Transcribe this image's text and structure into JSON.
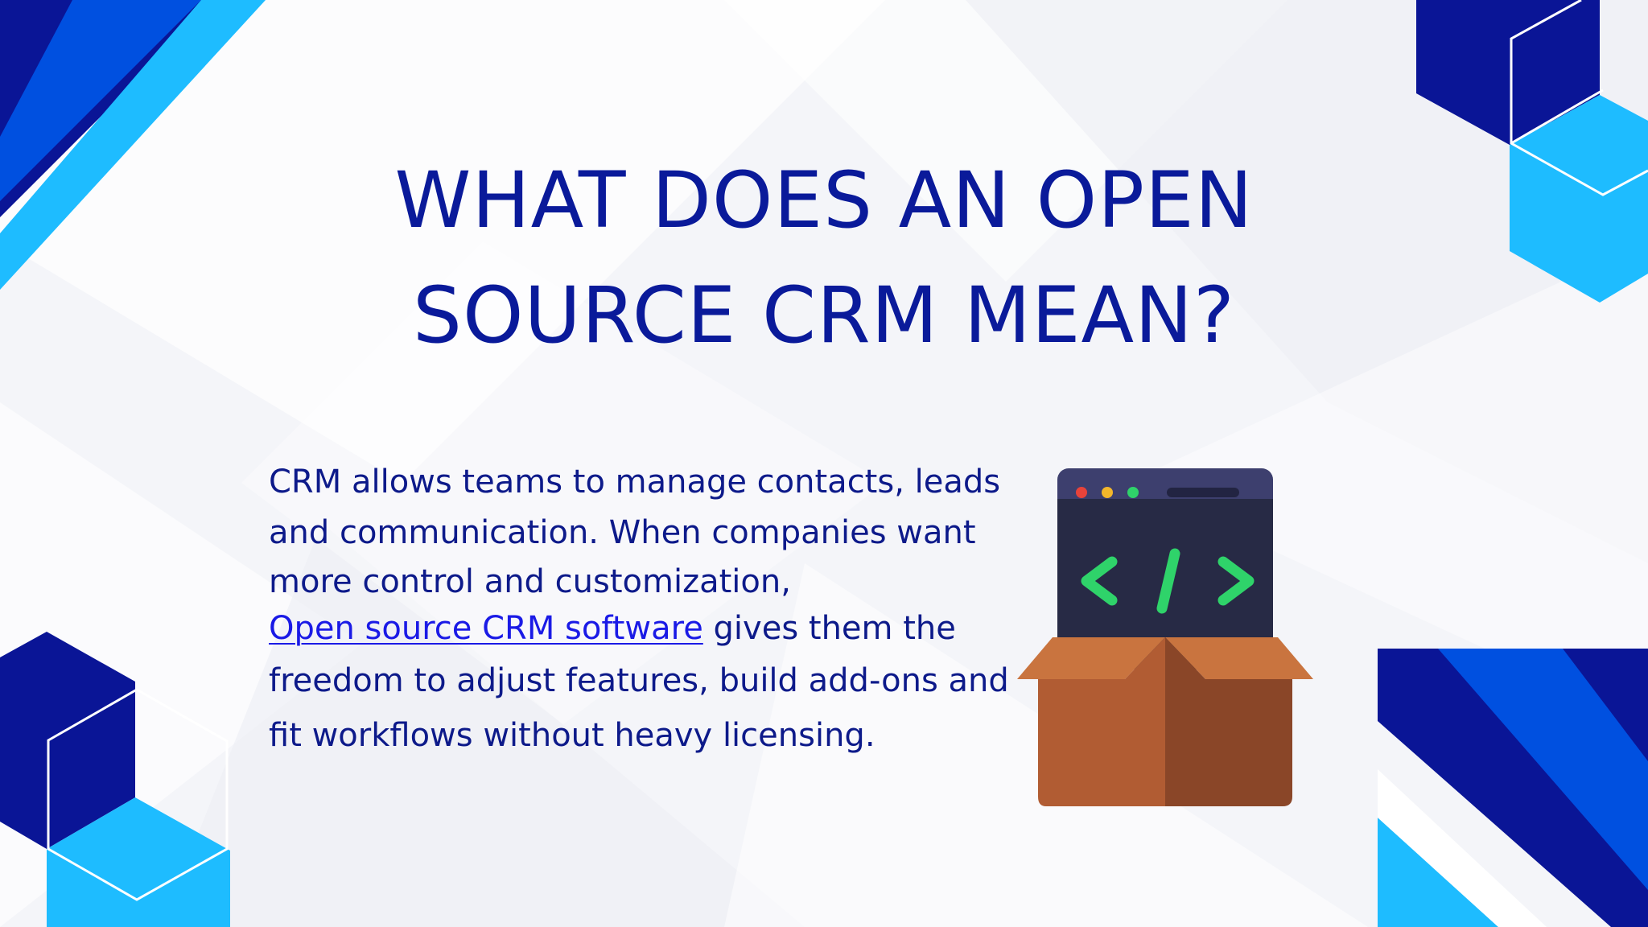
{
  "slide": {
    "title_lines": [
      "WHAT DOES AN OPEN",
      "SOURCE CRM MEAN?"
    ],
    "body": {
      "line1": "CRM allows teams to manage contacts, leads",
      "line2": "and communication. When companies want",
      "line3": "more control and customization,",
      "link_text": "Open source CRM software",
      "line4_rest": " gives them the",
      "line5": "freedom to adjust features, build add-ons and",
      "line6": "fit workflows without heavy licensing."
    },
    "illustration": {
      "icon": "open-source-box-code-icon",
      "code_symbol": "</>"
    },
    "colors": {
      "title": "#0a1a9a",
      "body": "#0d1a8a",
      "link": "#1a1ae6",
      "dark_blue": "#0a1596",
      "mid_blue": "#0050e0",
      "light_blue": "#1ebcff",
      "box_light": "#c9743f",
      "box_dark": "#8a4628",
      "window_frame": "#3d3f6e",
      "window_screen": "#272a45",
      "code_green": "#2fd36a"
    }
  }
}
